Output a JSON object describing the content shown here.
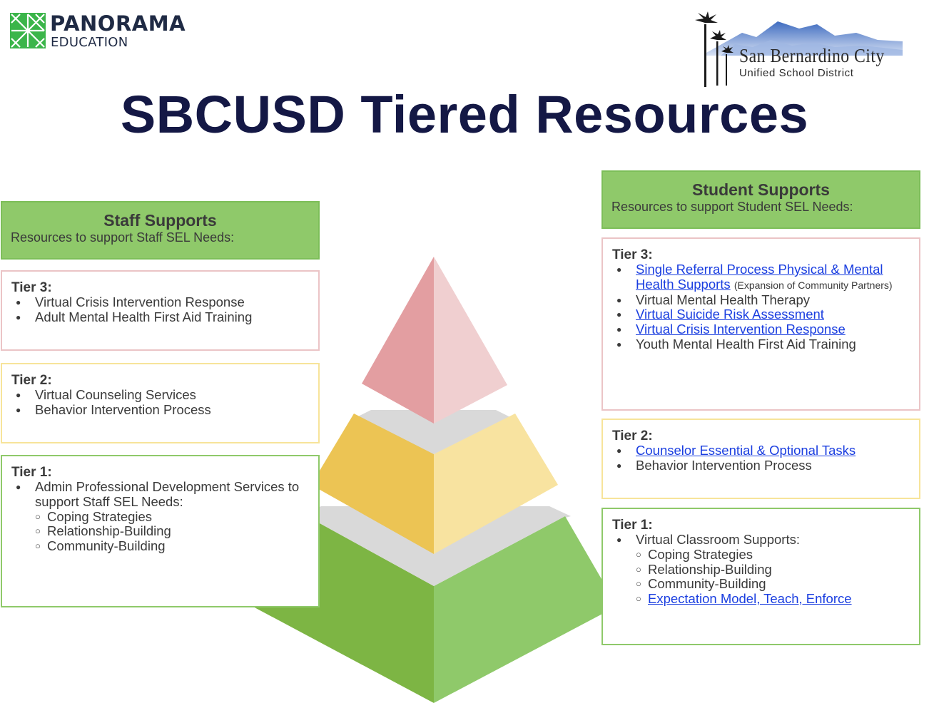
{
  "title": "SBCUSD Tiered Resources",
  "logos": {
    "panorama": {
      "name": "PANORAMA",
      "sub": "EDUCATION"
    },
    "district": {
      "line1": "San Bernardino City",
      "line2": "Unified School District"
    }
  },
  "colors": {
    "title": "#141845",
    "header_green": "#8fc96a",
    "tier3_pink": "#e9a0a3",
    "tier2_yellow": "#ecc454",
    "tier1_green": "#7db544",
    "link_blue": "#1a3ee0"
  },
  "staff": {
    "title": "Staff Supports",
    "subtitle": "Resources to support Staff SEL Needs:",
    "tier3": {
      "label": "Tier 3:",
      "items": [
        "Virtual Crisis Intervention Response",
        "Adult Mental Health First Aid Training"
      ]
    },
    "tier2": {
      "label": "Tier 2:",
      "items": [
        "Virtual Counseling Services",
        "Behavior Intervention Process"
      ]
    },
    "tier1": {
      "label": "Tier 1:",
      "item": "Admin Professional Development Services to support Staff SEL Needs:",
      "subitems": [
        "Coping Strategies",
        "Relationship-Building",
        "Community-Building"
      ]
    }
  },
  "students": {
    "title": "Student Supports",
    "subtitle": "Resources to support Student SEL Needs:",
    "tier3": {
      "label": "Tier 3:",
      "item1_link": "Single Referral Process Physical & Mental Health Supports",
      "item1_note": "(Expansion of Community Partners)",
      "item2": "Virtual Mental Health Therapy",
      "item3_link": "Virtual Suicide Risk Assessment",
      "item4_link": "Virtual Crisis Intervention Response",
      "item5": "Youth Mental Health First Aid Training"
    },
    "tier2": {
      "label": "Tier 2:",
      "item1_link": "Counselor Essential & Optional Tasks",
      "item2": "Behavior Intervention Process"
    },
    "tier1": {
      "label": "Tier 1:",
      "item": "Virtual Classroom Supports:",
      "subitems": [
        "Coping Strategies",
        "Relationship-Building",
        "Community-Building"
      ],
      "sub4_link": "Expectation Model, Teach, Enforce"
    }
  }
}
